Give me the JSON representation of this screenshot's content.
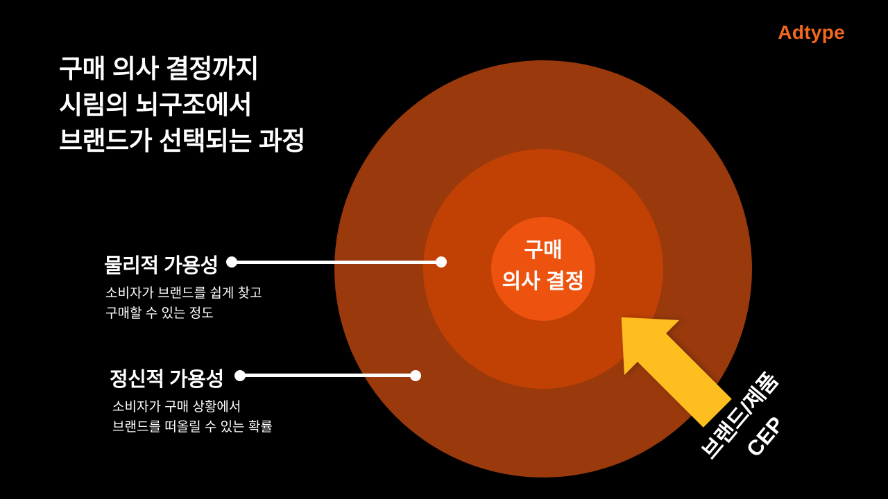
{
  "slide": {
    "background": "#000000"
  },
  "logo": {
    "text": "Adtype",
    "color": "#F2691E"
  },
  "title": {
    "line1": "구매 의사 결정까지",
    "line2": "시림의 뇌구조에서",
    "line3": "브랜드가 선택되는 과정"
  },
  "diagram": {
    "type": "concentric-circles",
    "rings": [
      {
        "level": "outer",
        "color": "#99390C"
      },
      {
        "level": "middle",
        "color": "#C14104"
      },
      {
        "level": "inner",
        "color": "#ED530E"
      }
    ],
    "center_label": {
      "line1": "구매",
      "line2": "의사 결정"
    }
  },
  "annotations": [
    {
      "label": "물리적 가용성",
      "desc_line1": "소비자가 브랜드를 쉽게 찾고",
      "desc_line2": "구매할 수 있는 정도",
      "points_to": "middle-ring"
    },
    {
      "label": "정신적 가용성",
      "desc_line1": "소비자가 구매 상황에서",
      "desc_line2": "브랜드를 떠올릴 수 있는 확률",
      "points_to": "outer-ring"
    }
  ],
  "arrow_callout": {
    "color": "#FFBE20",
    "label_line1": "브랜드/제품",
    "label_line2": "CEP"
  }
}
